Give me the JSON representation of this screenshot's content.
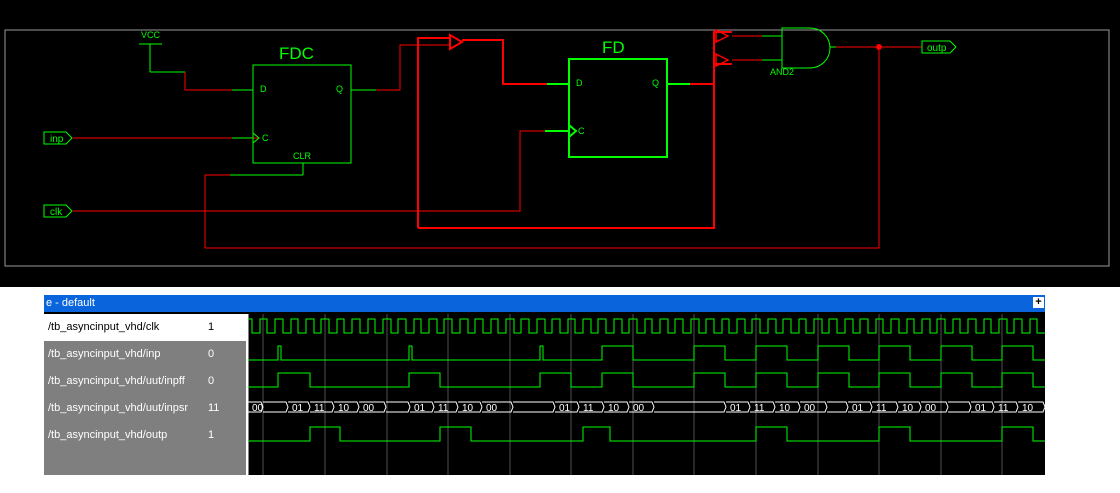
{
  "schematic": {
    "vcc_label": "VCC",
    "fdc": {
      "name": "FDC",
      "pin_d": "D",
      "pin_q": "Q",
      "pin_c": "C",
      "pin_clr": "CLR"
    },
    "fd": {
      "name": "FD",
      "pin_d": "D",
      "pin_q": "Q",
      "pin_c": "C"
    },
    "and_gate": "AND2",
    "ports": {
      "inp": "inp",
      "clk": "clk",
      "outp": "outp"
    },
    "colors": {
      "wire": "#ff0000",
      "component": "#00ff00",
      "background": "#000000"
    }
  },
  "wave_window": {
    "title": "e - default",
    "expand_symbol": "+",
    "signals": [
      {
        "name": "/tb_asyncinput_vhd/clk",
        "value": "1",
        "selected": true
      },
      {
        "name": "/tb_asyncinput_vhd/inp",
        "value": "0"
      },
      {
        "name": "/tb_asyncinput_vhd/uut/inpff",
        "value": "0"
      },
      {
        "name": "/tb_asyncinput_vhd/uut/inpsr",
        "value": "11"
      },
      {
        "name": "/tb_asyncinput_vhd/outp",
        "value": "1"
      }
    ],
    "inpsr_segments": [
      {
        "label": "00"
      },
      {
        "label": ""
      },
      {
        "label": "01"
      },
      {
        "label": "11"
      },
      {
        "label": "10"
      },
      {
        "label": "00"
      },
      {
        "label": ""
      },
      {
        "label": "01"
      },
      {
        "label": "11"
      },
      {
        "label": "10"
      },
      {
        "label": "00"
      },
      {
        "label": ""
      },
      {
        "label": "01"
      },
      {
        "label": "11"
      },
      {
        "label": "10"
      },
      {
        "label": "00"
      },
      {
        "label": ""
      },
      {
        "label": "01"
      },
      {
        "label": "11"
      },
      {
        "label": "10"
      },
      {
        "label": "00"
      },
      {
        "label": ""
      },
      {
        "label": "01"
      },
      {
        "label": "11"
      },
      {
        "label": "10"
      },
      {
        "label": "00"
      },
      {
        "label": ""
      },
      {
        "label": "01"
      },
      {
        "label": "11"
      },
      {
        "label": "10"
      }
    ],
    "colors": {
      "wave": "#00ff00",
      "grid": "#505050",
      "cursor": "#ffffff"
    }
  }
}
